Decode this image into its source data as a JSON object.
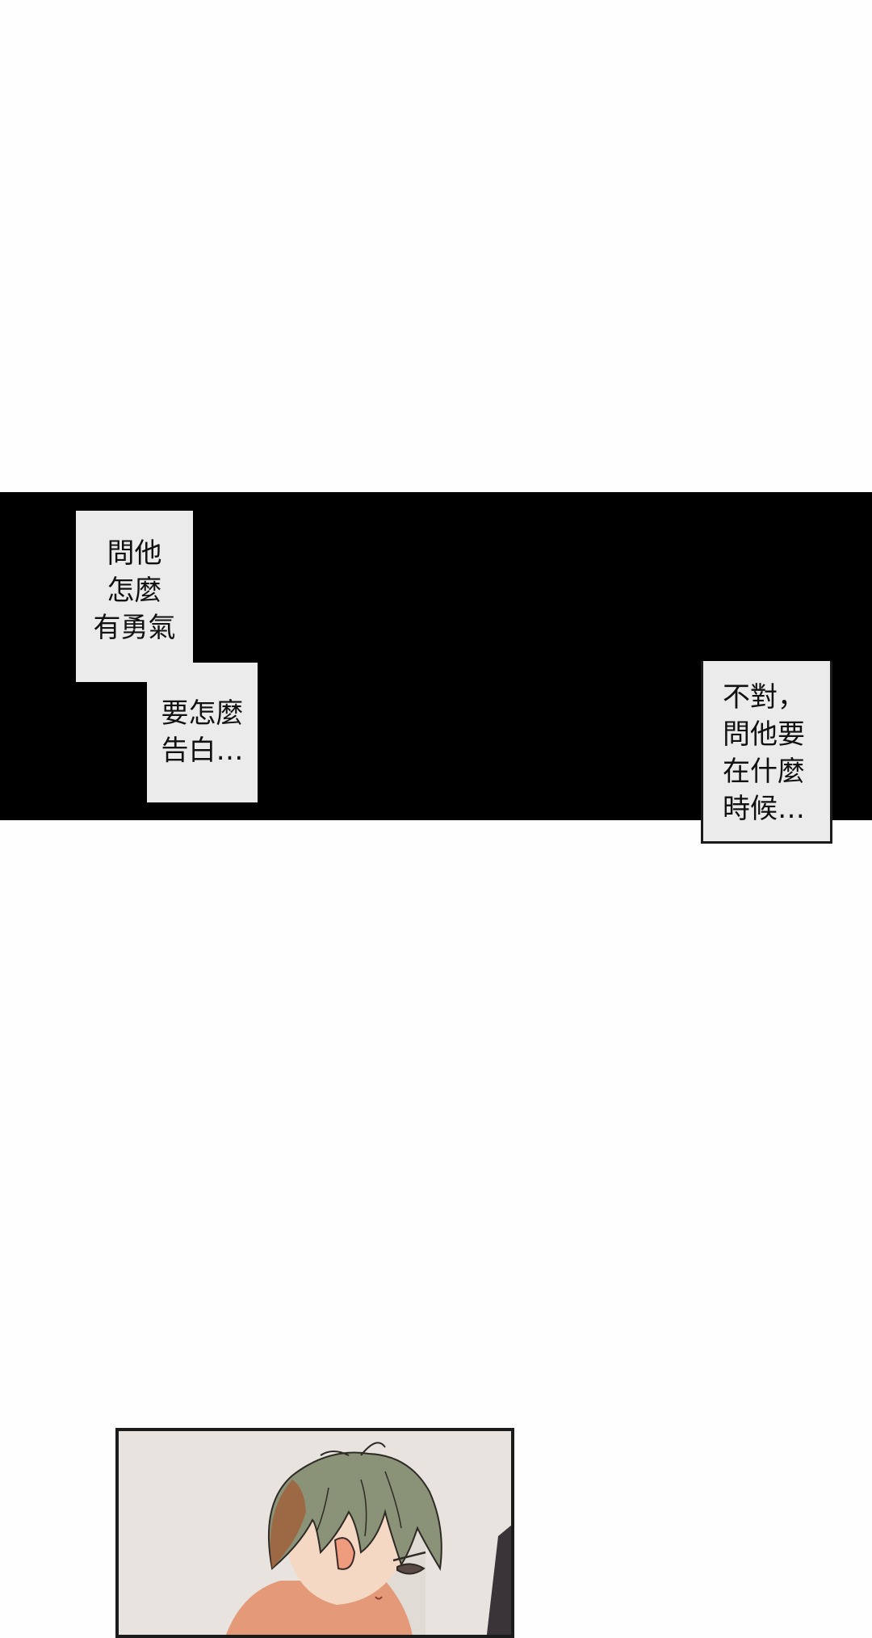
{
  "captions": {
    "first": "問他\n怎麼\n有勇氣",
    "second": "要怎麼\n告白…",
    "third": "不對，\n問他要\n在什麼\n時候…"
  },
  "colors": {
    "background": "#fefefe",
    "band": "#000000",
    "caption_box": "#ebebeb",
    "panel_background": "#e8e3de",
    "hair": "#8a9277",
    "skin": "#e49a78"
  }
}
